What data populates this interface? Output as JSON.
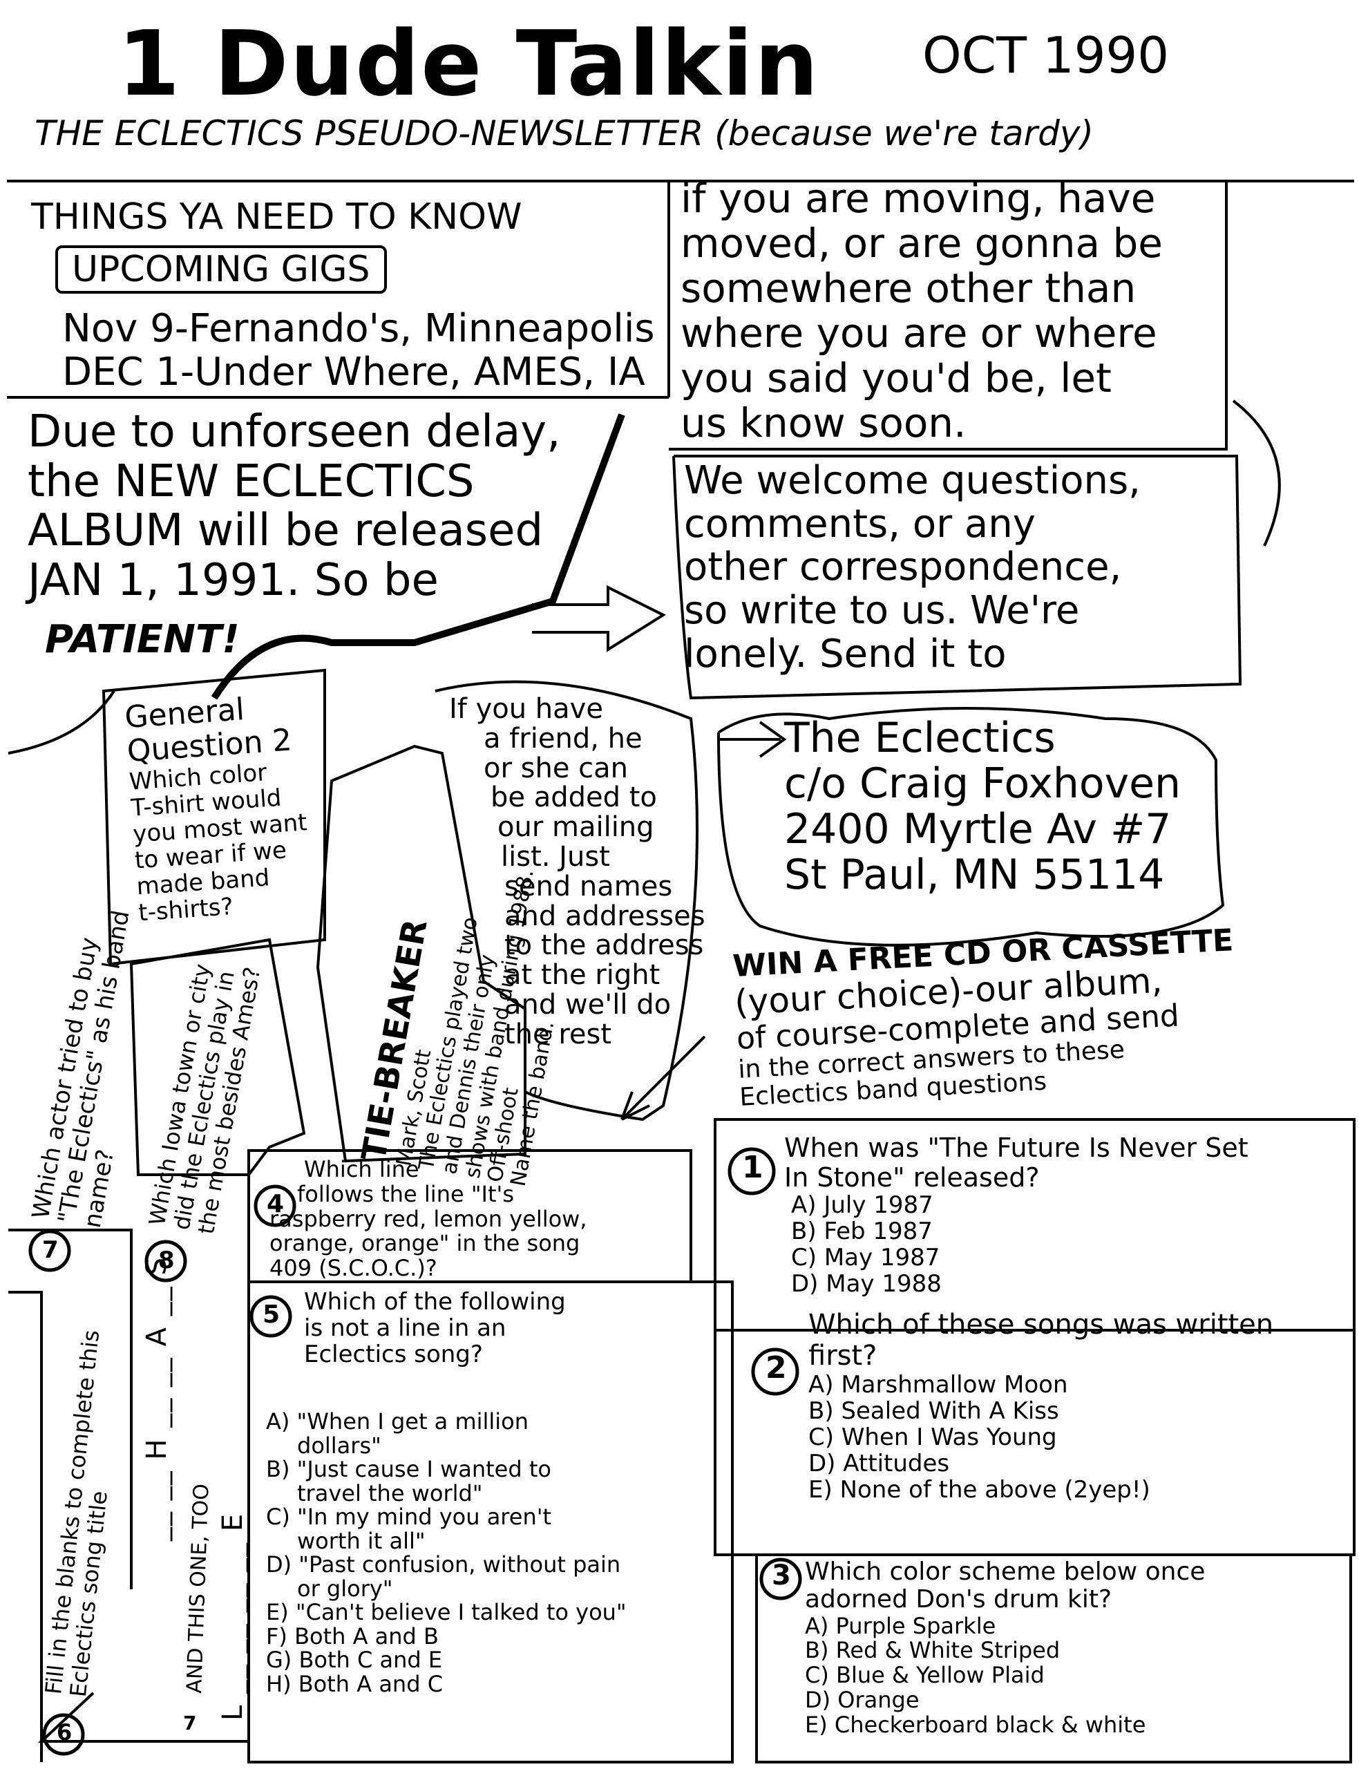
{
  "header": {
    "title": "1 Dude Talkin",
    "date": "OCT 1990",
    "subtitle": "THE ECLECTICS PSEUDO-NEWSLETTER (because we're tardy)"
  },
  "things": {
    "heading": "THINGS YA NEED TO KNOW",
    "subheading": "UPCOMING GIGS",
    "gigs": [
      "Nov 9-Fernando's, Minneapolis",
      "DEC 1-Under Where, AMES, IA"
    ]
  },
  "moving": {
    "lines": [
      "if you are moving, have",
      "moved, or are gonna be",
      "somewhere other than",
      "where you are or where",
      "you said you'd be, let",
      "us know soon."
    ]
  },
  "album": {
    "lines": [
      "Due to unforseen delay,",
      "the NEW ECLECTICS",
      "ALBUM will be released",
      "JAN 1, 1991. So be"
    ],
    "patient": "PATIENT!"
  },
  "welcome": {
    "lines": [
      "We welcome questions,",
      "comments, or any",
      "other correspondence,",
      "so write to us. We're",
      "lonely. Send it to"
    ]
  },
  "address": {
    "lines": [
      "The Eclectics",
      "c/o Craig Foxhoven",
      "2400 Myrtle Av #7",
      "St Paul, MN 55114"
    ]
  },
  "general_question": {
    "lines": [
      "General",
      "Question 2",
      "Which color",
      "T-shirt would",
      "you most want",
      "to wear if we",
      "made band",
      "t-shirts?"
    ]
  },
  "tiebreaker": {
    "lines": [
      "TIE-BREAKER",
      "Mark, Scott",
      "The Eclectics played two",
      "and Dennis their only",
      "shows with band during 1988.",
      "Off-shoot",
      "Name the band."
    ]
  },
  "friend": {
    "lines": [
      "If you have",
      "a friend, he",
      "or she can",
      "be added to",
      "our mailing",
      "list. Just",
      "send names",
      "and addresses",
      "to the address",
      "at the right",
      "and we'll do",
      "the rest"
    ]
  },
  "win": {
    "lines": [
      "WIN A FREE CD OR CASSETTE",
      "(your choice)-our album,",
      "of course-complete and send",
      "in the correct answers to these",
      "Eclectics band questions"
    ]
  },
  "q1": {
    "num": "1",
    "lines": [
      "When was \"The Future Is Never Set",
      "In Stone\" released?"
    ],
    "options": [
      "A) July 1987",
      "B) Feb 1987",
      "C) May 1987",
      "D) May 1988"
    ]
  },
  "q2": {
    "num": "2",
    "lines": [
      "Which of these songs was written",
      "first?"
    ],
    "options": [
      "A) Marshmallow Moon",
      "B) Sealed With A Kiss",
      "C) When I Was Young",
      "D) Attitudes",
      "E) None of the above (2yep!)"
    ]
  },
  "q3": {
    "num": "3",
    "lines": [
      "Which color scheme below once",
      "adorned Don's drum kit?"
    ],
    "options": [
      "A) Purple Sparkle",
      "B) Red & White Striped",
      "C) Blue & Yellow Plaid",
      "D) Orange",
      "E) Checkerboard black & white"
    ]
  },
  "q4": {
    "num": "4",
    "lines": [
      "Which line",
      "follows the line \"It's",
      "raspberry red, lemon yellow,",
      "orange, orange\" in the song",
      "409 (S.C.O.C.)?"
    ]
  },
  "q5": {
    "num": "5",
    "lines": [
      "Which of the following",
      "is not a line in an",
      "Eclectics song?"
    ],
    "options": [
      "A) \"When I get a million",
      "dollars\"",
      "B) \"Just cause I wanted to",
      "travel the world\"",
      "C) \"In my mind you aren't",
      "worth it all\"",
      "D) \"Past confusion, without pain",
      "or glory\"",
      "E) \"Can't believe I talked to you\"",
      "F) Both A and B",
      "G) Both C and E",
      "H) Both A and C"
    ]
  },
  "q6": {
    "num": "6",
    "text": "Fill in the blanks to complete this Eclectics song title"
  },
  "q7": {
    "num": "7",
    "text": "Which actor tried to buy \"The Eclectics\" as his band name?"
  },
  "q7b": {
    "num": "7",
    "text": "AND THIS ONE, TOO"
  },
  "q8": {
    "num": "8",
    "text": "Which Iowa town or city did the Eclectics play in the most besides Ames?"
  },
  "blanks": {
    "upper": "__ __ H __ __ A __ S",
    "lower": "L __ __ __ __ E"
  }
}
